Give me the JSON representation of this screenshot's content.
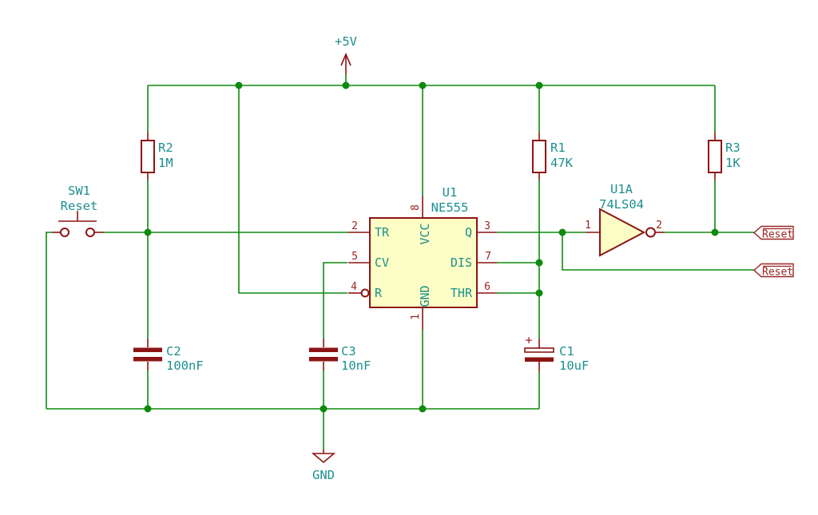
{
  "colors": {
    "wire": "#0e8a0e",
    "component_outline": "#8c1414",
    "label_red": "#9c2424",
    "text_teal": "#1d8f8f",
    "ic_fill": "#fdfdc6",
    "background": "#ffffff"
  },
  "power": {
    "vcc": "+5V",
    "gnd": "GND"
  },
  "components": {
    "sw1": {
      "ref": "SW1",
      "value": "Reset"
    },
    "r2": {
      "ref": "R2",
      "value": "1M"
    },
    "r1": {
      "ref": "R1",
      "value": "47K"
    },
    "r3": {
      "ref": "R3",
      "value": "1K"
    },
    "c2": {
      "ref": "C2",
      "value": "100nF"
    },
    "c3": {
      "ref": "C3",
      "value": "10nF"
    },
    "c1": {
      "ref": "C1",
      "value": "10uF",
      "polarity_mark": "+"
    },
    "u1": {
      "ref": "U1",
      "value": "NE555",
      "pins": {
        "tr": {
          "num": "2",
          "name": "TR"
        },
        "cv": {
          "num": "5",
          "name": "CV"
        },
        "r": {
          "num": "4",
          "name": "R"
        },
        "q": {
          "num": "3",
          "name": "Q"
        },
        "dis": {
          "num": "7",
          "name": "DIS"
        },
        "thr": {
          "num": "6",
          "name": "THR"
        },
        "vcc": {
          "num": "8",
          "name": "VCC"
        },
        "gnd": {
          "num": "1",
          "name": "GND"
        }
      }
    },
    "u1a": {
      "ref": "U1A",
      "value": "74LS04",
      "pin_in": "1",
      "pin_out": "2"
    }
  },
  "net_labels": {
    "reset_top": "Reset",
    "reset_bottom": "Reset"
  }
}
